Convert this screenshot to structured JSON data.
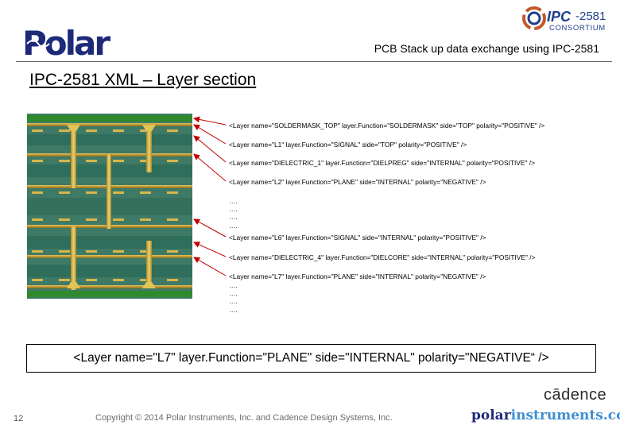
{
  "header": {
    "title": "PCB Stack up data exchange using IPC-2581",
    "polar_logo": {
      "text": "Polar",
      "icon": "polar-logo"
    },
    "ipc_logo": {
      "main": "IPC",
      "number": "2581",
      "sub": "CONSORTIUM",
      "icon": "ipc-2581-consortium-logo"
    }
  },
  "section_title": "IPC-2581 XML – Layer section",
  "annotations": [
    "<Layer name=\"SOLDERMASK_TOP\" layer.Function=\"SOLDERMASK\" side=\"TOP\" polarity=\"POSITIVE\" />",
    "<Layer name=\"L1\" layer.Function=\"SIGNAL\" side=\"TOP\" polarity=\"POSITIVE\" />",
    "<Layer name=\"DIELECTRIC_1\" layer.Function=\"DIELPREG\" side=\"INTERNAL\" polarity=\"POSITIVE\" />",
    "<Layer name=\"L2\" layer.Function=\"PLANE\" side=\"INTERNAL\" polarity=\"NEGATIVE\" />",
    "<Layer name=\"L6\" layer.Function=\"SIGNAL\" side=\"INTERNAL\" polarity=\"POSITIVE\" />",
    "<Layer name=\"DIELECTRIC_4\" layer.Function=\"DIELCORE\" side=\"INTERNAL\" polarity=\"POSITIVE\" />",
    "<Layer name=\"L7\" layer.Function=\"PLANE\" side=\"INTERNAL\" polarity=\"NEGATIVE\" />"
  ],
  "ellipsis": "….",
  "callout": "<Layer name=\"L7\" layer.Function=\"PLANE\" side=\"INTERNAL\" polarity=\"NEGATIVE“ />",
  "footer": {
    "page_number": "12",
    "copyright": "Copyright © 2014 Polar Instruments, Inc. and Cadence Design Systems, Inc.",
    "cadence_logo": "cādence",
    "polar_url_part1": "polar",
    "polar_url_part2": "instruments.com"
  },
  "colors": {
    "polar_blue": "#1d2a7a",
    "soldermask_green": "#2e7a2a",
    "dielectric_teal": "#3e7a64",
    "copper_gold": "#c9a03a",
    "via_yellow": "#d6b84a"
  }
}
